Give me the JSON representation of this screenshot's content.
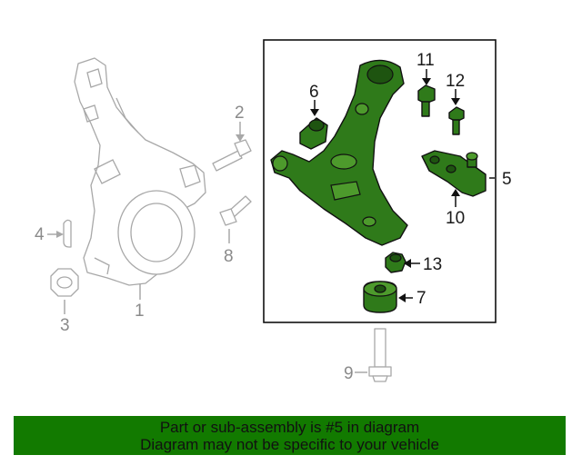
{
  "callouts": {
    "c1": "1",
    "c2": "2",
    "c3": "3",
    "c4": "4",
    "c5": "5",
    "c6": "6",
    "c7": "7",
    "c8": "8",
    "c9": "9",
    "c10": "10",
    "c11": "11",
    "c12": "12",
    "c13": "13"
  },
  "banner": {
    "line1": "Part or sub-assembly is #5 in diagram",
    "line2": "Diagram may not be specific to your vehicle"
  },
  "colors": {
    "highlight_green": "#2f7a1a",
    "banner_green": "#127a00",
    "ghost_grey": "#a8a8a8"
  }
}
